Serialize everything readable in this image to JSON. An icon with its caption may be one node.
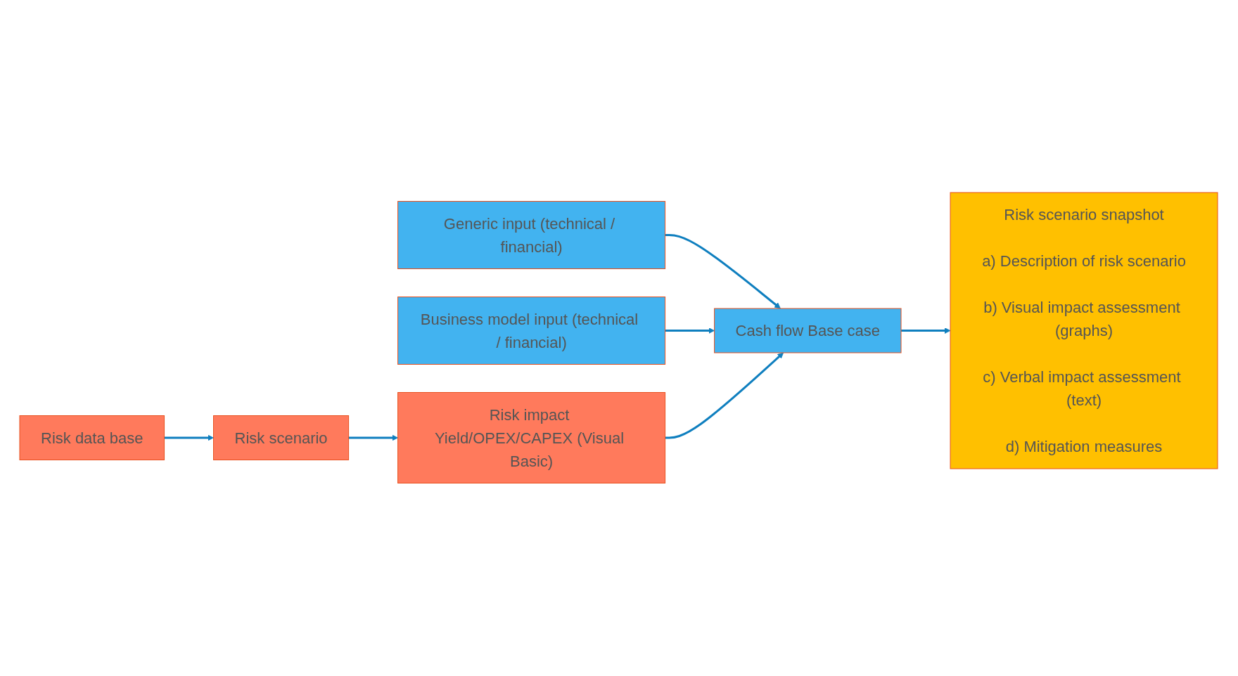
{
  "diagram": {
    "nodes": [
      {
        "text": [
          "Generic input (technical / financial)"
        ]
      },
      {
        "text": [
          "Business model input (technical / financial)"
        ]
      },
      {
        "text": [
          "Cash flow Base case"
        ]
      },
      {
        "text": [
          "Risk impact Yield/OPEX/CAPEX (Visual Basic)"
        ]
      },
      {
        "text": [
          "Risk data base"
        ]
      },
      {
        "text": [
          "Risk scenario"
        ]
      },
      {
        "text": [
          "Risk scenario snapshot",
          "a) Description of risk scenario",
          "b) Visual impact assessment (graphs)",
          "c) Verbal impact assessment (text)",
          "d) Mitigation measures"
        ]
      }
    ],
    "edges": [
      {
        "from": 0,
        "to": 2,
        "arrow": "to"
      },
      {
        "from": 1,
        "to": 2,
        "arrow": "to"
      },
      {
        "from": 4,
        "to": 5,
        "arrow": "to"
      },
      {
        "from": 5,
        "to": 3,
        "arrow": "to"
      },
      {
        "from": 3,
        "to": 2,
        "arrow": "to"
      },
      {
        "from": 2,
        "to": 6,
        "arrow": "to"
      }
    ]
  }
}
